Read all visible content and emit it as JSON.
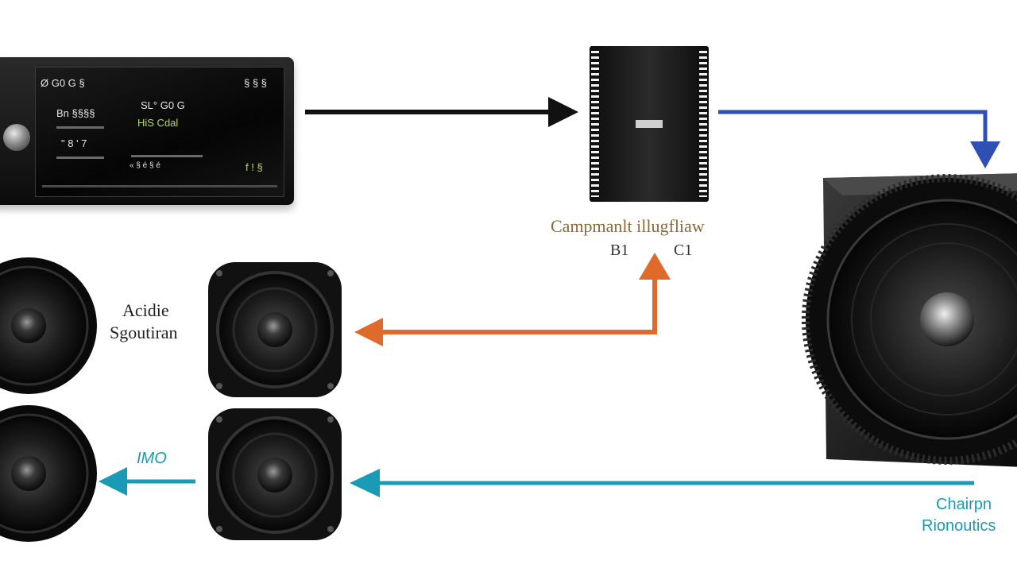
{
  "head_unit": {
    "screen_lines": [
      "Ø G0 G §",
      "Bn §§§§",
      "\" 8 ' 7",
      "SL° G0 G",
      "HiS Cdal",
      "« § é § é",
      "f ! §",
      "§ § §"
    ]
  },
  "amplifier": {
    "label": "Campmanlt illugfliaw",
    "sub_left": "B1",
    "sub_right": "C1"
  },
  "audio_label": {
    "line1": "Acidie",
    "line2": "Sgoutiran"
  },
  "teal_label": "IMO",
  "subwoofer_label": {
    "line1": "Chairpn",
    "line2": "Rionoutics"
  },
  "colors": {
    "black_arrow": "#111111",
    "blue_arrow": "#2f4fb2",
    "orange_arrow": "#e06a2a",
    "teal_arrow": "#1a9bb5"
  }
}
